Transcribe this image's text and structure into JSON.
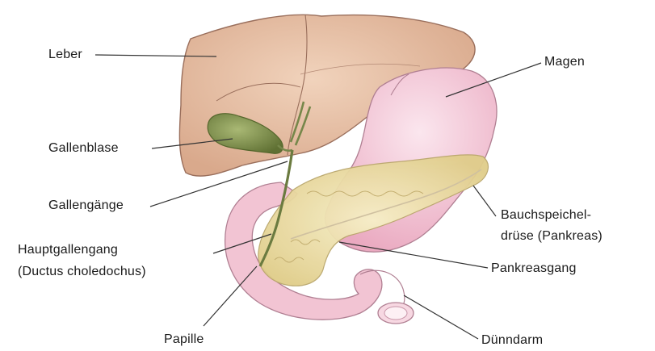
{
  "labels": {
    "leber": "Leber",
    "gallenblase": "Gallenblase",
    "gallengaenge": "Gallengänge",
    "hauptgallengang": "Hauptgallengang",
    "ductus_choledochus": "(Ductus choledochus)",
    "papille": "Papille",
    "magen": "Magen",
    "bauchspeicheldruese_line1": "Bauchspeichel-",
    "bauchspeicheldruese_line2": "drüse (Pankreas)",
    "pankreasgang": "Pankreasgang",
    "duenndarm": "Dünndarm"
  },
  "colors": {
    "liver": "#e7c2a6",
    "liver_outline": "#9a6f5c",
    "gallbladder": "#8a9a52",
    "duct": "#76874a",
    "stomach": "#f4c9d8",
    "stomach_outline": "#b07f92",
    "pancreas": "#efe2ad",
    "pancreas_outline": "#b9a66b",
    "duodenum": "#f2c4d3",
    "leader_line": "#333333"
  }
}
